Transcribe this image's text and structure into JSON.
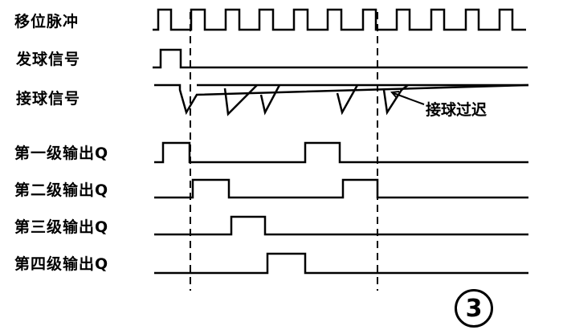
{
  "labels": {
    "shift_pulse": "移位脉冲",
    "ball_send": "发球信号",
    "ball_receive": "接球信号",
    "stage1": "第一级输出Q",
    "stage2": "第二级输出Q",
    "stage3": "第三级输出Q",
    "stage4": "第四级输出Q"
  },
  "annotation": "接球过迟",
  "figure_number": "3"
}
